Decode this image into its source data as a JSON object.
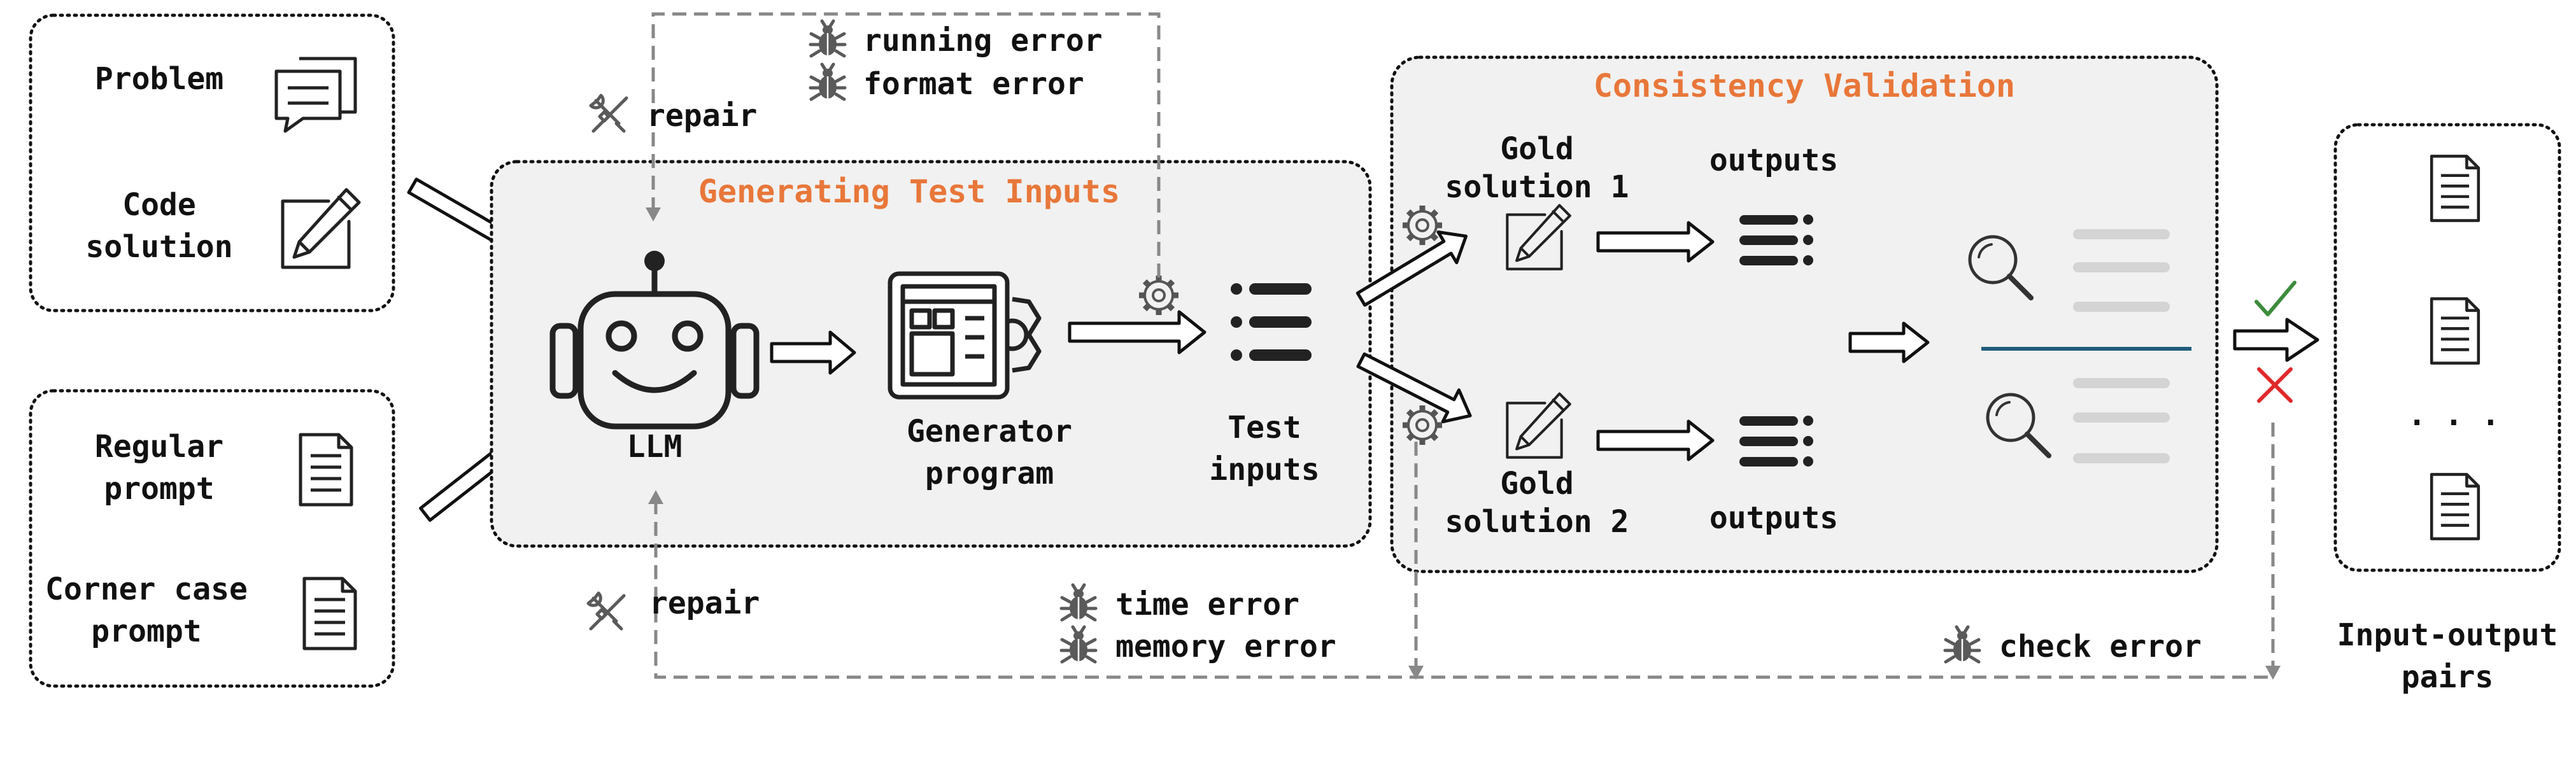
{
  "colors": {
    "accent": "#E8773A",
    "panel_fill": "#F1F1F1",
    "border": "#111111",
    "dash": "#888888",
    "divider": "#1F5C7A",
    "check": "#3C8C3C",
    "cross": "#E0292B",
    "placeholder_line": "#D4D4D4"
  },
  "inputs_top": {
    "problem": "Problem",
    "code_solution_1": "Code",
    "code_solution_2": "solution"
  },
  "inputs_bottom": {
    "regular_1": "Regular",
    "regular_2": "prompt",
    "corner_1": "Corner case",
    "corner_2": "prompt"
  },
  "generating": {
    "title": "Generating Test Inputs",
    "llm": "LLM",
    "generator_1": "Generator",
    "generator_2": "program",
    "test_1": "Test",
    "test_2": "inputs"
  },
  "consistency": {
    "title": "Consistency Validation",
    "gold1_a": "Gold",
    "gold1_b": "solution 1",
    "gold2_a": "Gold",
    "gold2_b": "solution 2",
    "outputs_top": "outputs",
    "outputs_bottom": "outputs"
  },
  "errors": {
    "repair_top": "repair",
    "repair_bottom": "repair",
    "running": "running error",
    "format": "format error",
    "time": "time error",
    "memory": "memory error",
    "check": "check error"
  },
  "result": {
    "ellipsis": ". . .",
    "label_1": "Input-output",
    "label_2": "pairs"
  },
  "icons": [
    "chat-icon",
    "pen-icon",
    "document-icon",
    "robot-icon",
    "program-gear-icon",
    "list-icon",
    "gear-icon",
    "magnifier-icon",
    "bug-icon",
    "wrench-icon",
    "check-icon",
    "cross-icon"
  ]
}
